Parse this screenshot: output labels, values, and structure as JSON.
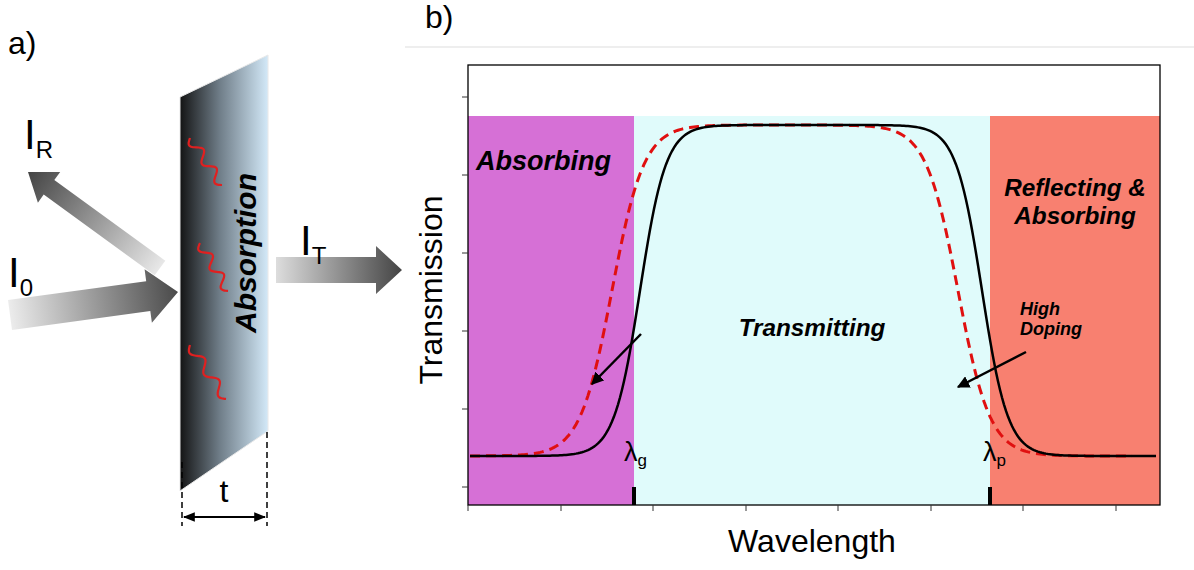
{
  "diagram": {
    "nodes": [
      {
        "text": [
          "Absorption"
        ]
      },
      {
        "text": [
          "Absorbing"
        ]
      },
      {
        "text": [
          "Transmitting"
        ]
      },
      {
        "text": [
          "Reflecting & Absorbing"
        ]
      }
    ],
    "labels": [
      "a)",
      "b)",
      "IR",
      "I0",
      "IT",
      "t",
      "High Doping",
      "λg",
      "λp",
      "Transmission",
      "Wavelength"
    ]
  }
}
